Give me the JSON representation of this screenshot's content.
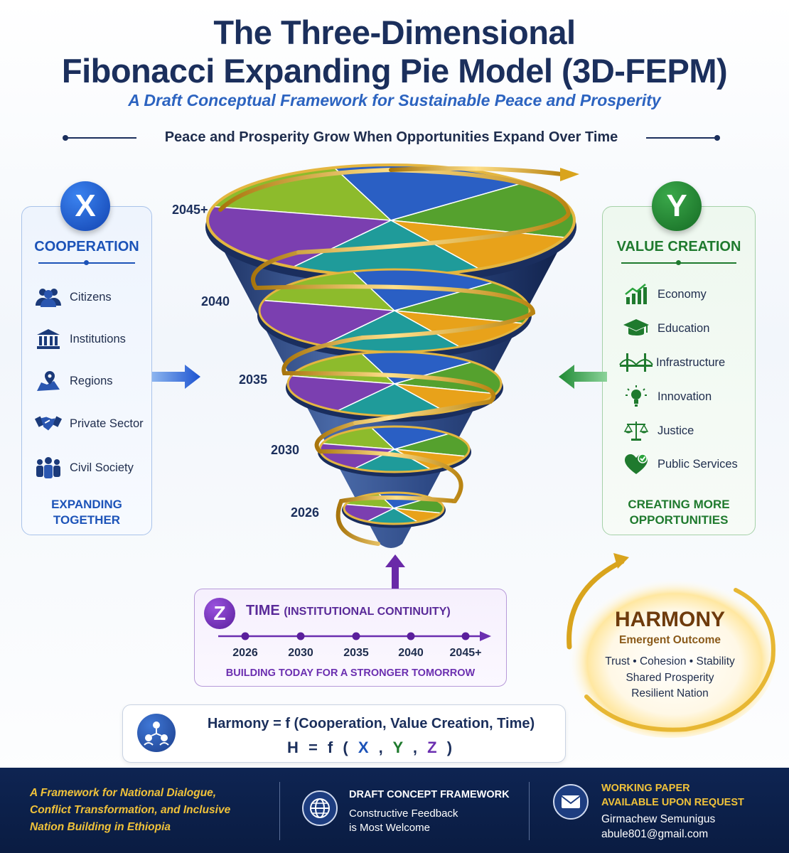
{
  "header": {
    "title_line1": "The Three-Dimensional",
    "title_line2": "Fibonacci Expanding Pie Model (3D-FEPM)",
    "subtitle": "A Draft Conceptual Framework for Sustainable Peace and Prosperity",
    "tagline": "Peace and Prosperity Grow When Opportunities Expand Over Time"
  },
  "cooperation": {
    "badge": "X",
    "title": "COOPERATION",
    "items": [
      {
        "label": "Citizens",
        "icon": "people-group-icon"
      },
      {
        "label": "Institutions",
        "icon": "institution-building-icon"
      },
      {
        "label": "Regions",
        "icon": "map-pin-icon"
      },
      {
        "label": "Private Sector",
        "icon": "handshake-icon"
      },
      {
        "label": "Civil Society",
        "icon": "crowd-icon"
      }
    ],
    "footer_line1": "EXPANDING",
    "footer_line2": "TOGETHER"
  },
  "value_creation": {
    "badge": "Y",
    "title": "VALUE CREATION",
    "items": [
      {
        "label": "Economy",
        "icon": "bar-chart-icon"
      },
      {
        "label": "Education",
        "icon": "graduation-cap-icon"
      },
      {
        "label": "Infrastructure",
        "icon": "bridge-icon"
      },
      {
        "label": "Innovation",
        "icon": "lightbulb-icon"
      },
      {
        "label": "Justice",
        "icon": "scales-icon"
      },
      {
        "label": "Public Services",
        "icon": "heart-check-icon"
      }
    ],
    "footer_line1": "CREATING MORE",
    "footer_line2": "OPPORTUNITIES"
  },
  "funnel": {
    "years": [
      "2045+",
      "2040",
      "2035",
      "2030",
      "2026"
    ],
    "segment_colors": [
      "#2a5fc4",
      "#55a12e",
      "#e8a21a",
      "#1f9b9a",
      "#7b3fb0",
      "#8dbb2c"
    ]
  },
  "time": {
    "badge": "Z",
    "title": "TIME",
    "title_paren": "(INSTITUTIONAL CONTINUITY)",
    "years": [
      "2026",
      "2030",
      "2035",
      "2040",
      "2045+"
    ],
    "footer": "BUILDING TODAY FOR A STRONGER TOMORROW"
  },
  "harmony": {
    "title": "HARMONY",
    "subtitle": "Emergent Outcome",
    "line1": "Trust • Cohesion • Stability",
    "line2": "Shared Prosperity",
    "line3": "Resilient Nation"
  },
  "formula": {
    "text": "Harmony = f (Cooperation, Value Creation, Time)",
    "eq_prefix": "H = f (",
    "x": "X",
    "y": "Y",
    "z": "Z",
    "comma": ",",
    "eq_suffix": ")"
  },
  "footer": {
    "left_line1": "A Framework for National Dialogue,",
    "left_line2": "Conflict Transformation, and Inclusive",
    "left_line3": "Nation Building in Ethiopia",
    "mid_title": "DRAFT CONCEPT FRAMEWORK",
    "mid_line1": "Constructive Feedback",
    "mid_line2": "is Most Welcome",
    "right_line1": "WORKING PAPER",
    "right_line2": "AVAILABLE UPON REQUEST",
    "author": "Girmachew Semunigus",
    "email": "abule801@gmail.com"
  }
}
